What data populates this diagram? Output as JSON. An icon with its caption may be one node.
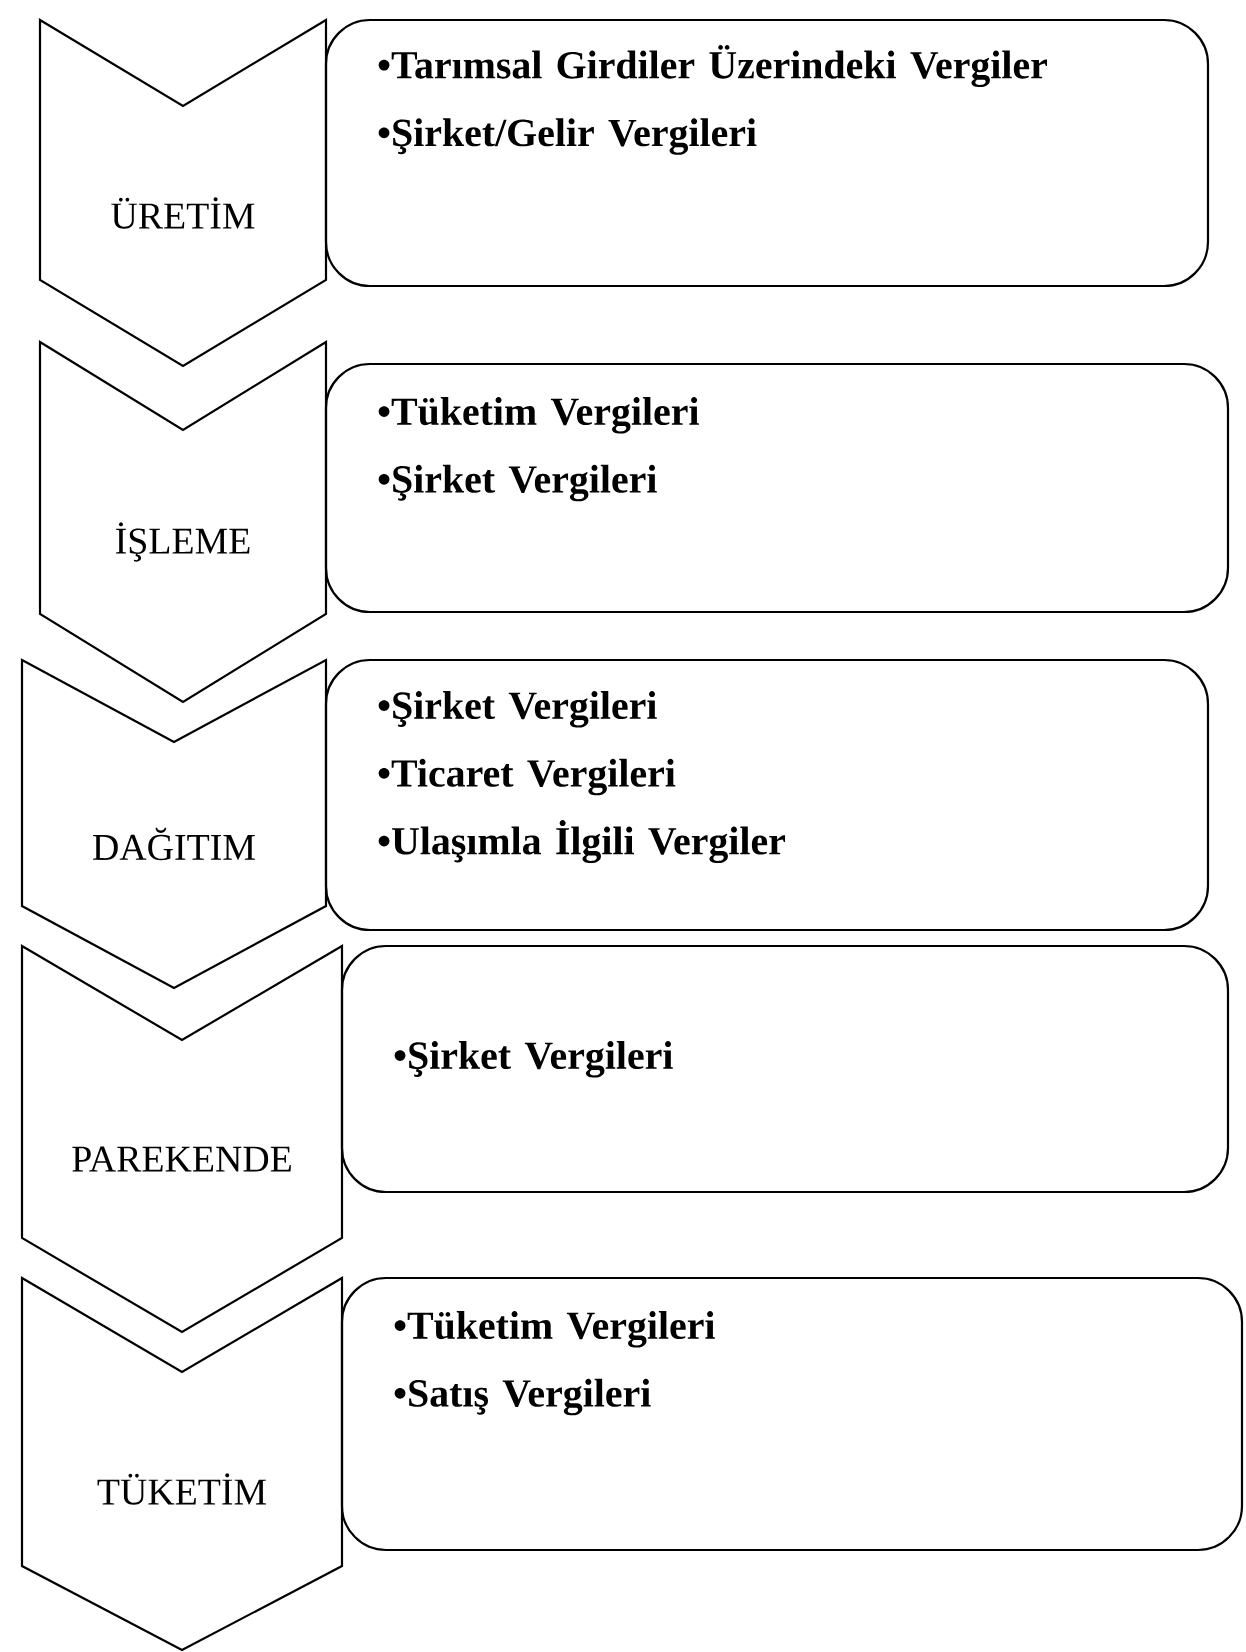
{
  "diagram": {
    "nodes": [
      {
        "text": [
          "ÜRETİM"
        ]
      },
      {
        "text": [
          "•Tarımsal Girdiler Üzerindeki Vergiler",
          "•Şirket/Gelir Vergileri"
        ]
      },
      {
        "text": [
          "İŞLEME"
        ]
      },
      {
        "text": [
          "•Tüketim Vergileri",
          "•Şirket Vergileri"
        ]
      },
      {
        "text": [
          "DAĞITIM"
        ]
      },
      {
        "text": [
          "•Şirket Vergileri",
          "•Ticaret Vergileri",
          "•Ulaşımla İlgili Vergiler"
        ]
      },
      {
        "text": [
          "PAREKENDE"
        ]
      },
      {
        "text": [
          "•Şirket Vergileri"
        ]
      },
      {
        "text": [
          "TÜKETİM"
        ]
      },
      {
        "text": [
          "•Tüketim Vergileri",
          "•Satış Vergileri"
        ]
      }
    ]
  }
}
